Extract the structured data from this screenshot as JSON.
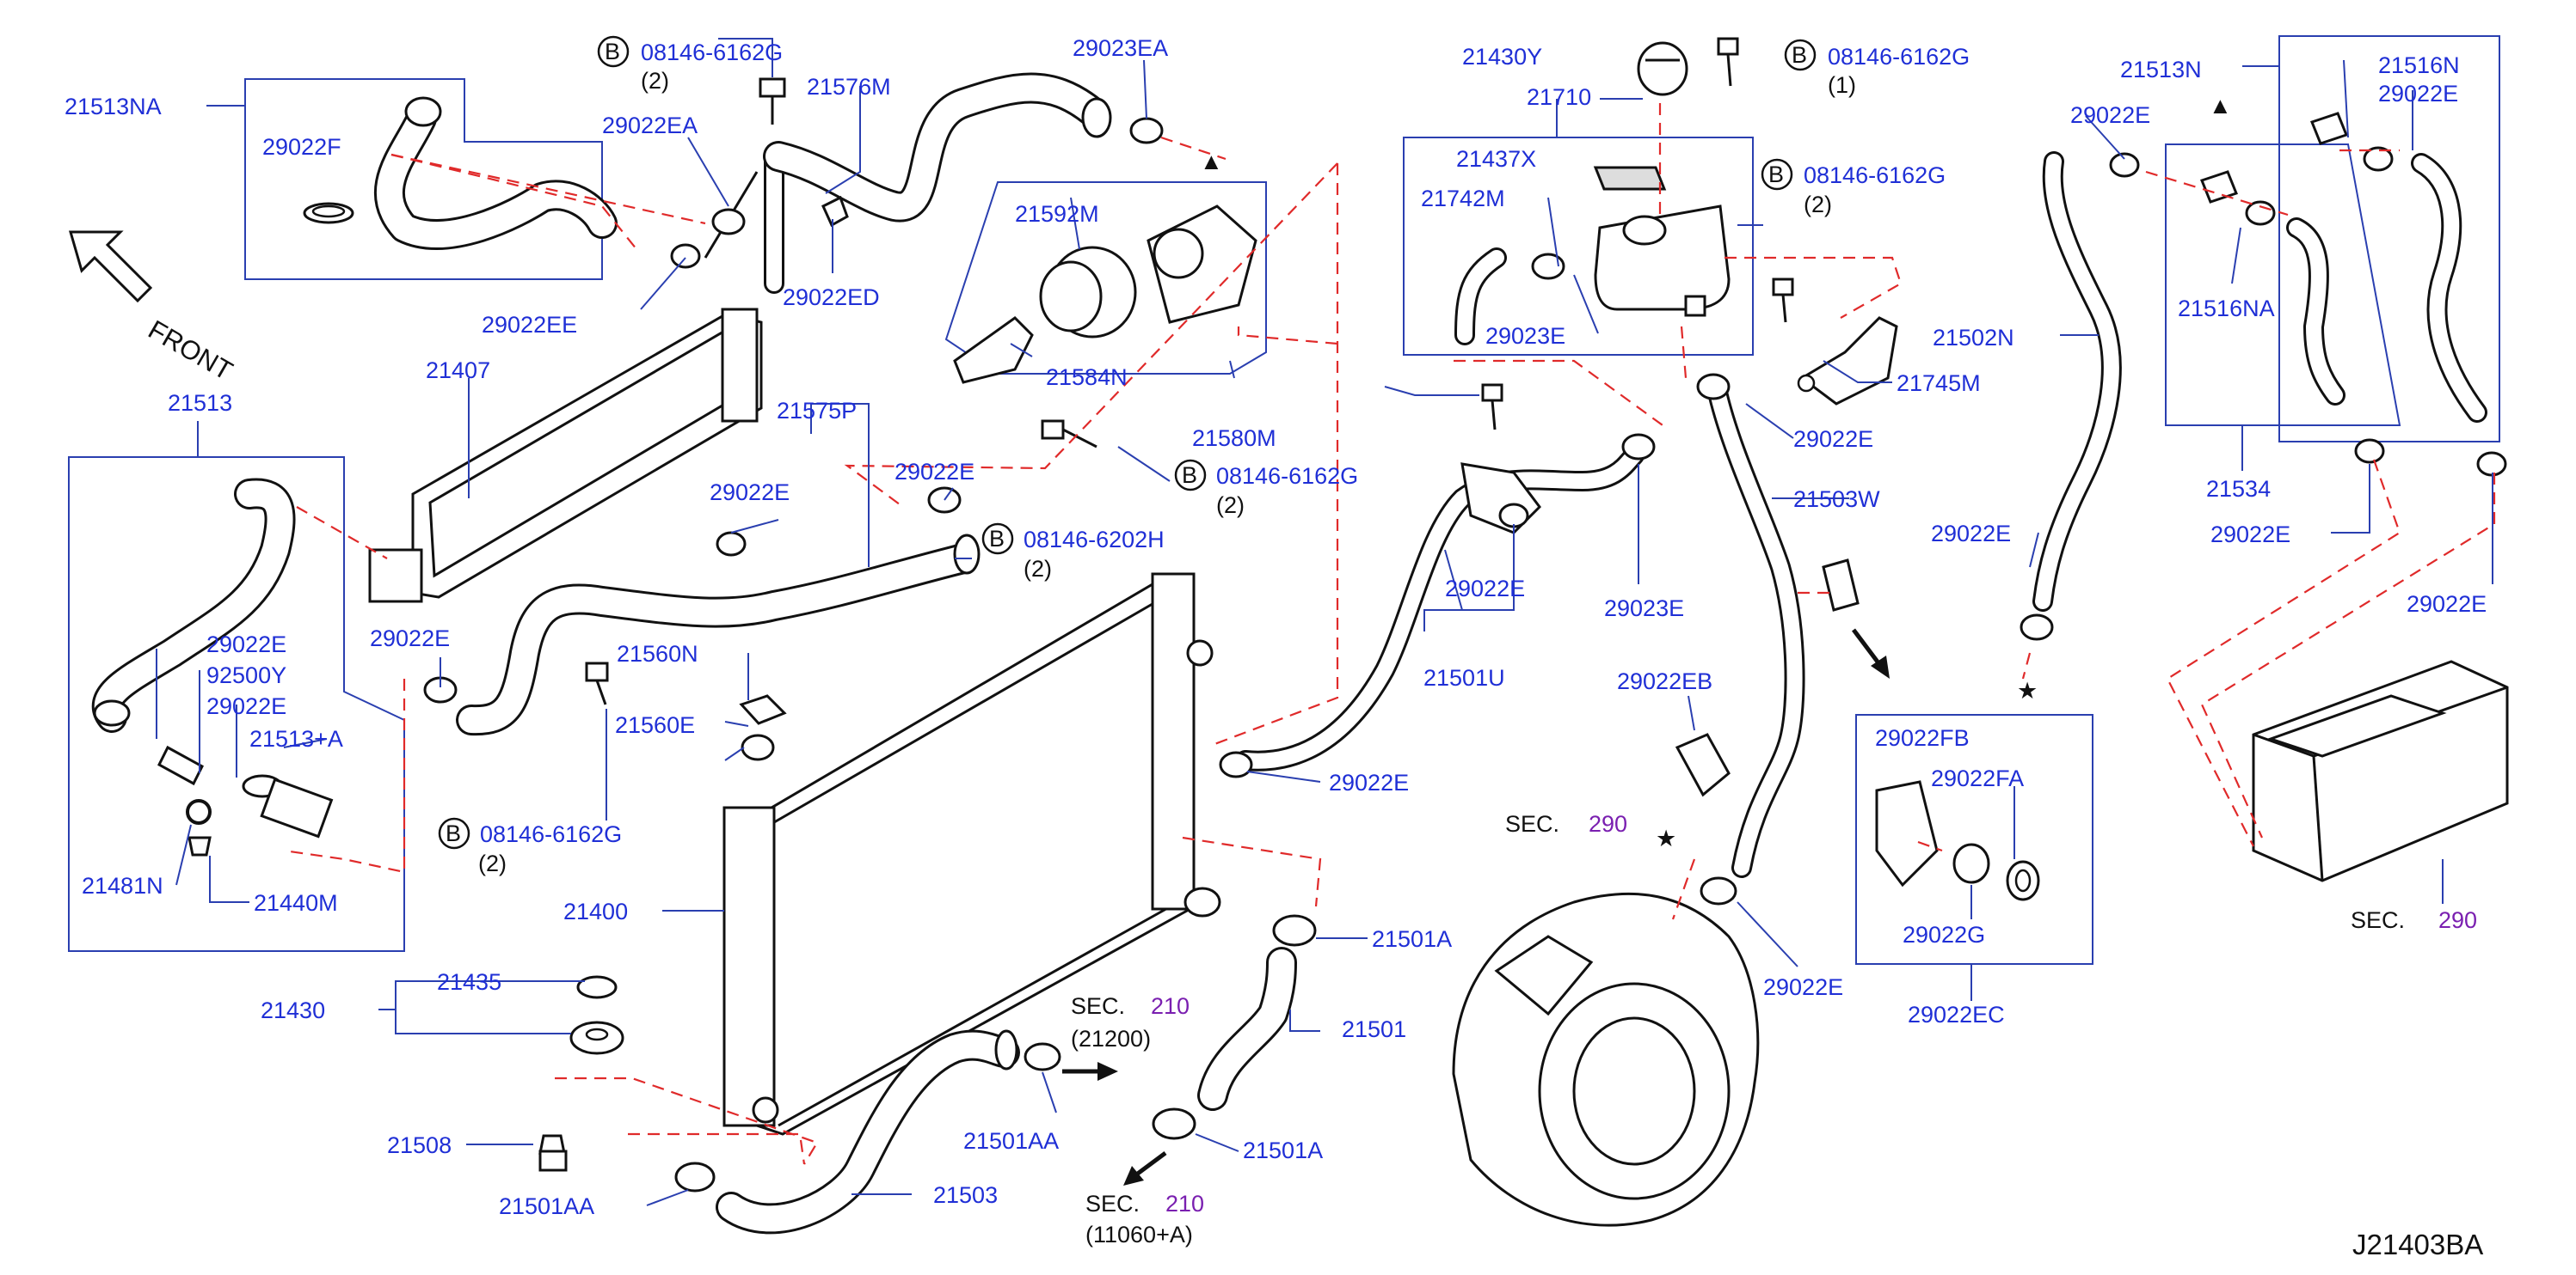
{
  "diagram_code": "J21403BA",
  "front_label": "FRONT",
  "bolt_symbol": "B",
  "star_symbol": "★",
  "triangle_symbol": "▲",
  "labels": {
    "p21513NA": "21513NA",
    "p29022F": "29022F",
    "bolt1_part": "08146-6162G",
    "bolt1_qty": "(2)",
    "p29022EA": "29022EA",
    "p21576M": "21576M",
    "p29023EA": "29023EA",
    "p29022EE": "29022EE",
    "p29022ED": "29022ED",
    "p21592M": "21592M",
    "p21584N": "21584N",
    "p21580M": "21580M",
    "bolt2_part": "08146-6162G",
    "bolt2_qty": "(2)",
    "p21407": "21407",
    "p21575P": "21575P",
    "p29022E_a": "29022E",
    "p29022E_b": "29022E",
    "bolt3_part": "08146-6202H",
    "bolt3_qty": "(2)",
    "p21513": "21513",
    "p29022E_c": "29022E",
    "p92500Y": "92500Y",
    "p29022E_d": "29022E",
    "p21513plusA": "21513+A",
    "p29022E_e": "29022E",
    "p21481N": "21481N",
    "p21440M": "21440M",
    "p21560N": "21560N",
    "p21560E": "21560E",
    "bolt4_part": "08146-6162G",
    "bolt4_qty": "(2)",
    "p21400": "21400",
    "p21430": "21430",
    "p21435": "21435",
    "p21508": "21508",
    "p21501AA_a": "21501AA",
    "p21503": "21503",
    "p21501AA_b": "21501AA",
    "sec210_a_label": "SEC.",
    "sec210_a_num": "210",
    "sec210_a_ref": "(21200)",
    "p21501": "21501",
    "p21501A_a": "21501A",
    "p21501A_b": "21501A",
    "sec210_b_label": "SEC.",
    "sec210_b_num": "210",
    "sec210_b_ref": "(11060+A)",
    "p21430Y": "21430Y",
    "bolt5_part": "08146-6162G",
    "bolt5_qty": "(1)",
    "p21710": "21710",
    "p21437X": "21437X",
    "p21742M": "21742M",
    "p29023E_a": "29023E",
    "bolt6_part": "08146-6162G",
    "bolt6_qty": "(2)",
    "p21745M": "21745M",
    "p29022E_f": "29022E",
    "p21503W": "21503W",
    "p29022E_g": "29022E",
    "p21501U": "21501U",
    "p29023E_b": "29023E",
    "p29022E_h": "29022E",
    "p29022EB": "29022EB",
    "sec290_a_label": "SEC.",
    "sec290_a_num": "290",
    "p29022E_i": "29022E",
    "p29022FB": "29022FB",
    "p29022FA": "29022FA",
    "p29022G": "29022G",
    "p29022EC": "29022EC",
    "p21513N": "21513N",
    "p21516N": "21516N",
    "p29022E_j": "29022E",
    "p29022E_k": "29022E",
    "p21516NA": "21516NA",
    "p21502N": "21502N",
    "p21534": "21534",
    "p29022E_l": "29022E",
    "p29022E_m": "29022E",
    "p29022E_n": "29022E",
    "sec290_b_label": "SEC.",
    "sec290_b_num": "290"
  },
  "colors": {
    "label_text": "#1f2fd6",
    "section_number": "#7a1fb0",
    "leader_line": "#2a3fb0",
    "dashed_connector": "#e02a2a",
    "part_outline": "#111111"
  },
  "icons": [
    "front-arrow-icon",
    "bolt-circle-icon",
    "star-marker-icon",
    "triangle-marker-icon",
    "direction-arrow-icon"
  ]
}
